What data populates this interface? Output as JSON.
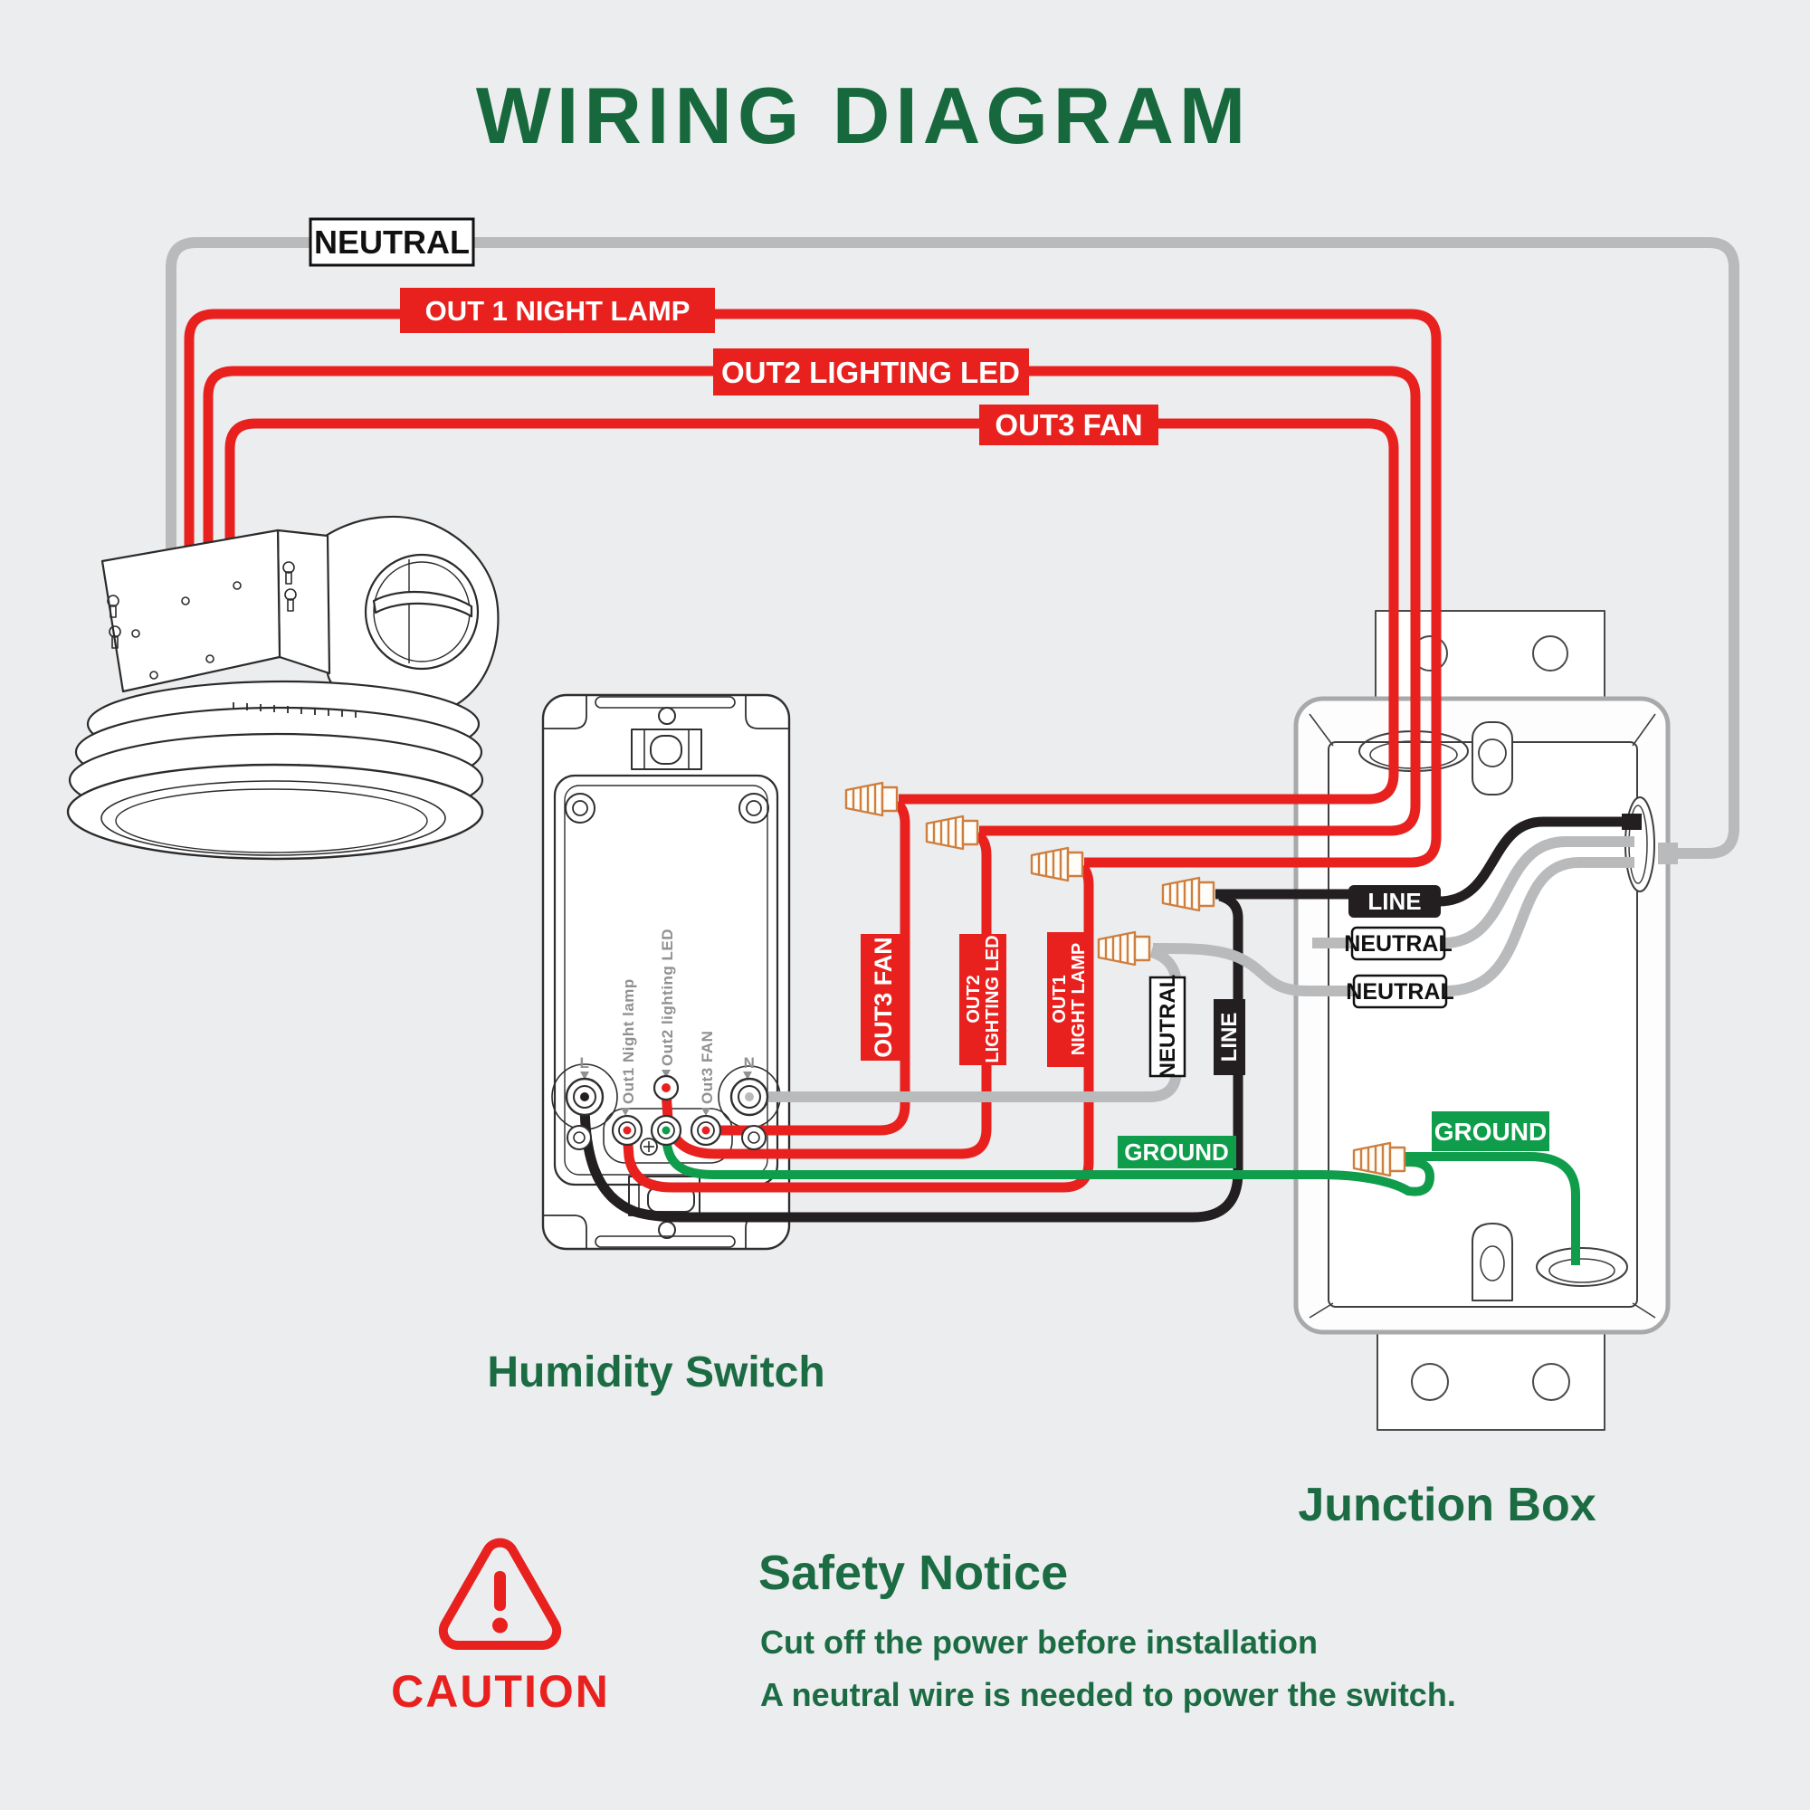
{
  "title": "WIRING DIAGRAM",
  "top_labels": {
    "neutral": "NEUTRAL",
    "out1": "OUT 1 NIGHT LAMP",
    "out2": "OUT2 LIGHTING LED",
    "out3": "OUT3 FAN"
  },
  "mid_labels": {
    "out3_v": "OUT3 FAN",
    "out2_v_line1": "OUT2",
    "out2_v_line2": "LIGHTING LED",
    "out1_v_line1": "OUT1",
    "out1_v_line2": "NIGHT LAMP",
    "neutral_v": "NEUTRAL",
    "line_v": "LINE",
    "ground_left": "GROUND"
  },
  "box_labels": {
    "line": "LINE",
    "neutral_1": "NEUTRAL",
    "neutral_2": "NEUTRAL",
    "ground": "GROUND"
  },
  "switch": {
    "caption": "Humidity Switch",
    "terminals": [
      "L",
      "Out1 Night lamp",
      "Out2 lighting LED",
      "Out3 FAN",
      "N"
    ]
  },
  "junction_box": {
    "caption": "Junction Box"
  },
  "safety": {
    "heading": "Safety Notice",
    "caution": "CAUTION",
    "line1": "Cut off the power before installation",
    "line2": "A neutral wire is needed to power the switch."
  },
  "colors": {
    "background": "#ECEDEF",
    "wire_red": "#E8211F",
    "wire_gray": "#B8BABC",
    "wire_black": "#231F20",
    "wire_green": "#0F9D4B",
    "label_red_bg": "#E8211F",
    "label_green_bg": "#0F9D4B",
    "heading_green": "#1B6B43",
    "caution_red": "#E8211F",
    "wire_nut": "#CE7E3E"
  }
}
